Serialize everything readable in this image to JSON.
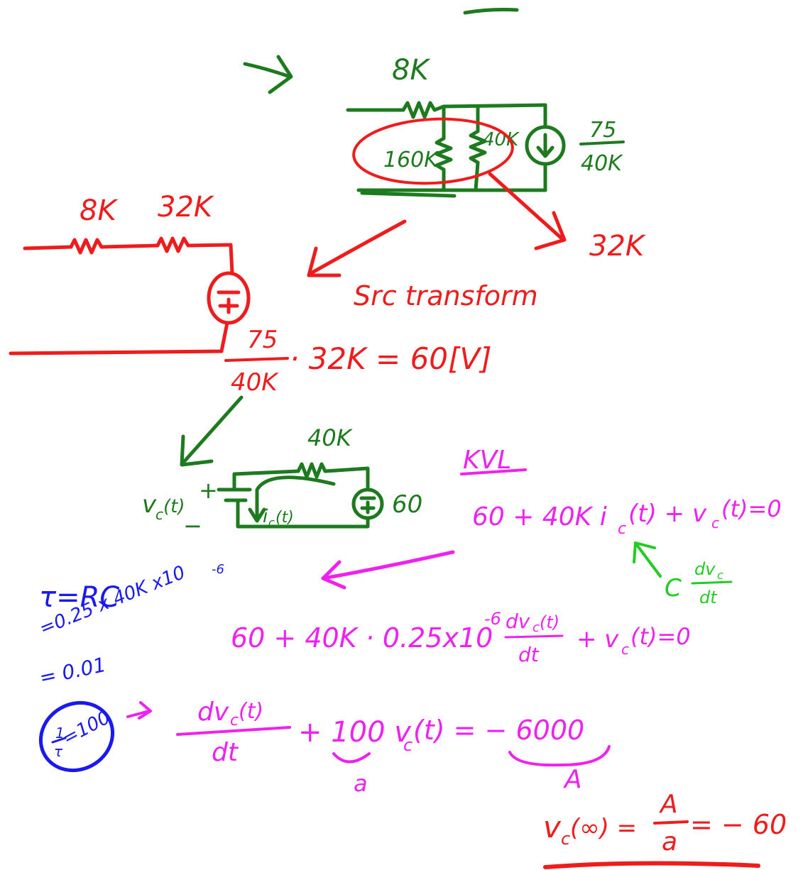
{
  "colors": {
    "red": "#ee1c1c",
    "green": "#1e7a1e",
    "magenta": "#ee22ee",
    "blue": "#1a1aee",
    "lime": "#22cc22"
  },
  "step1": {
    "r_series": "8K",
    "r_a": "160K",
    "r_b": "40K",
    "i_num": "75",
    "i_den": "40K",
    "r_parallel": "32K"
  },
  "step2": {
    "r1": "8K",
    "r2": "32K",
    "label": "Src transform",
    "eq_num": "75",
    "eq_den": "40K",
    "eq_rest": "· 32K = 60[V]"
  },
  "step3": {
    "r": "40K",
    "v_label": "v",
    "v_sub": "c",
    "v_arg": "(t)",
    "plus": "+",
    "minus": "−",
    "i_label": "i",
    "i_sub": "c",
    "i_arg": "(t)",
    "src": "60"
  },
  "kvl": {
    "title": "KVL",
    "eq1": "60 + 40K i",
    "eq1_sub": "c",
    "eq1_rest": "(t) + v",
    "eq1_sub2": "c",
    "eq1_end": "(t)=0",
    "cap_c": "C",
    "cap_num": "dv",
    "cap_num_sub": "c",
    "cap_den": "dt",
    "eq2a": "60 + 40K · 0.25x10",
    "eq2_exp": "-6",
    "eq2_num": "dv",
    "eq2_num_sub": "c",
    "eq2_num_arg": "(t)",
    "eq2_den": "dt",
    "eq2b": "+ v",
    "eq2b_sub": "c",
    "eq2b_end": "(t)=0"
  },
  "tau": {
    "line1": "τ=RC",
    "line2": "=0.25 x 40K x10",
    "line2_exp": "-6",
    "line3": "= 0.01",
    "inv_num": "1",
    "inv_den": "τ",
    "inv_eq": "=100"
  },
  "ode": {
    "num": "dv",
    "num_sub": "c",
    "num_arg": "(t)",
    "den": "dt",
    "mid": "+ 100 v",
    "mid_sub": "c",
    "mid_end": "(t) = − 6000",
    "a": "a",
    "A": "A"
  },
  "result": {
    "lhs": "v",
    "lhs_sub": "c",
    "lhs_arg": "(∞) =",
    "num": "A",
    "den": "a",
    "rhs": "= − 60"
  }
}
